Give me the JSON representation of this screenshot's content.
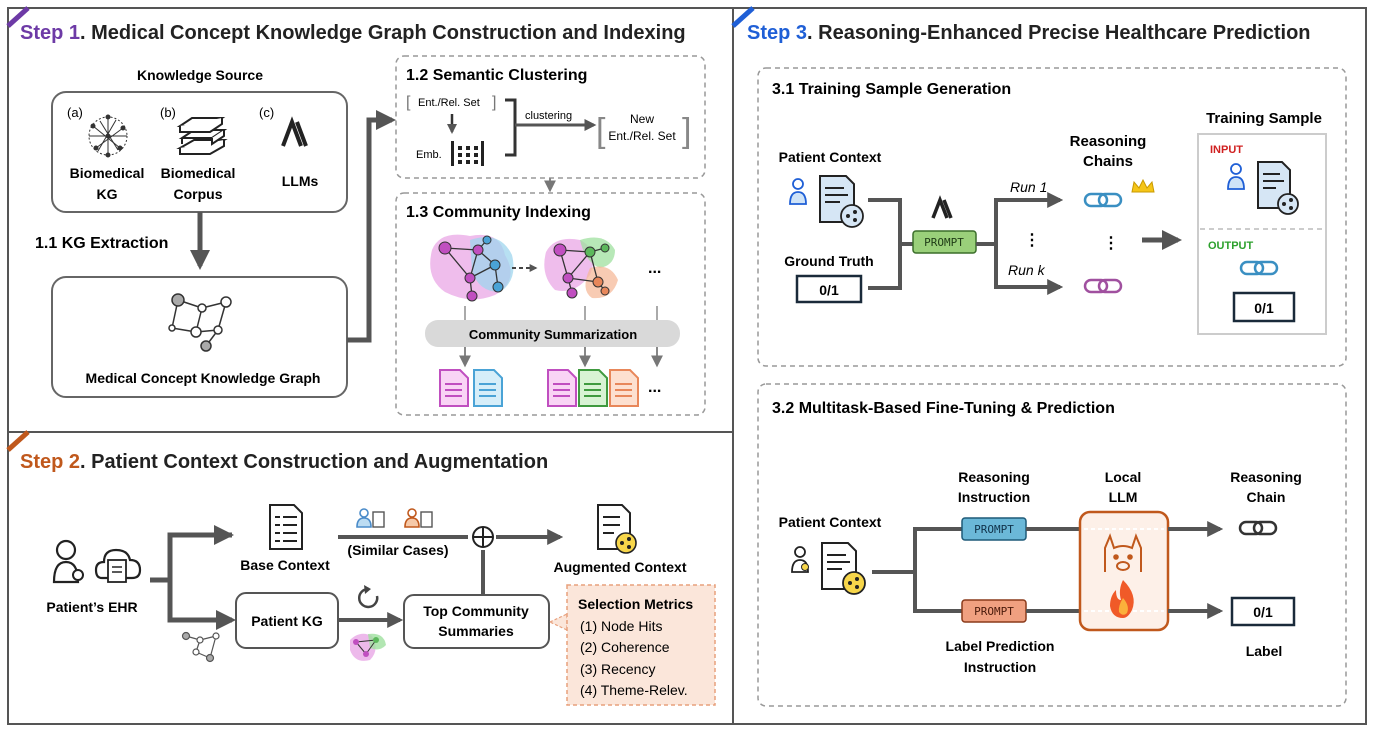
{
  "step1": {
    "step_label": "Step 1",
    "title": ". Medical Concept Knowledge Graph Construction and Indexing",
    "knowledge_source": "Knowledge Source",
    "sources": [
      {
        "letter": "(a)",
        "line1": "Biomedical",
        "line2": "KG"
      },
      {
        "letter": "(b)",
        "line1": "Biomedical",
        "line2": "Corpus"
      },
      {
        "letter": "(c)",
        "line1": "LLMs",
        "line2": ""
      }
    ],
    "kg_extraction": "1.1 KG Extraction",
    "mckg_label": "Medical Concept Knowledge Graph",
    "semantic_clustering": {
      "title": "1.2 Semantic Clustering",
      "set_label": "Ent./Rel. Set",
      "emb_label": "Emb.",
      "clustering_label": "clustering",
      "new_line1": "New",
      "new_line2": "Ent./Rel. Set"
    },
    "community_indexing": {
      "title": "1.3 Community Indexing",
      "summarization": "Community Summarization",
      "ellipsis": "..."
    }
  },
  "step2": {
    "step_label": "Step 2",
    "title": ". Patient Context Construction and Augmentation",
    "patient_ehr": "Patient’s EHR",
    "base_context": "Base Context",
    "similar_cases": "(Similar Cases)",
    "augmented_context": "Augmented Context",
    "patient_kg": "Patient KG",
    "top_summaries_line1": "Top Community",
    "top_summaries_line2": "Summaries",
    "metrics_title": "Selection Metrics",
    "metrics": [
      "(1)  Node Hits",
      "(2)  Coherence",
      "(3)  Recency",
      "(4)  Theme-Relev."
    ]
  },
  "step3": {
    "step_label": "Step 3",
    "title": ". Reasoning-Enhanced Precise Healthcare Prediction",
    "training": {
      "title": "3.1 Training Sample Generation",
      "patient_context": "Patient Context",
      "ground_truth": "Ground Truth",
      "gt_value": "0/1",
      "prompt": "PROMPT",
      "reasoning_line1": "Reasoning",
      "reasoning_line2": "Chains",
      "run1": "Run 1",
      "runk": "Run k",
      "training_sample": "Training Sample",
      "input_label": "INPUT",
      "output_label": "OUTPUT",
      "output_value": "0/1"
    },
    "finetune": {
      "title": "3.2 Multitask-Based Fine-Tuning & Prediction",
      "patient_context": "Patient Context",
      "reasoning_instr_line1": "Reasoning",
      "reasoning_instr_line2": "Instruction",
      "label_instr_line1": "Label Prediction",
      "label_instr_line2": "Instruction",
      "prompt": "PROMPT",
      "local_llm_line1": "Local",
      "local_llm_line2": "LLM",
      "reasoning_chain_line1": "Reasoning",
      "reasoning_chain_line2": "Chain",
      "label_value": "0/1",
      "label": "Label"
    }
  },
  "colors": {
    "step1_accent": "#6d3aa6",
    "step2_accent": "#c0581c",
    "step3_accent": "#1f5fd6",
    "arrow": "#555555",
    "prompt_green": "#9ad07a",
    "prompt_blue": "#6bb8d8",
    "prompt_orange": "#f0a080"
  }
}
